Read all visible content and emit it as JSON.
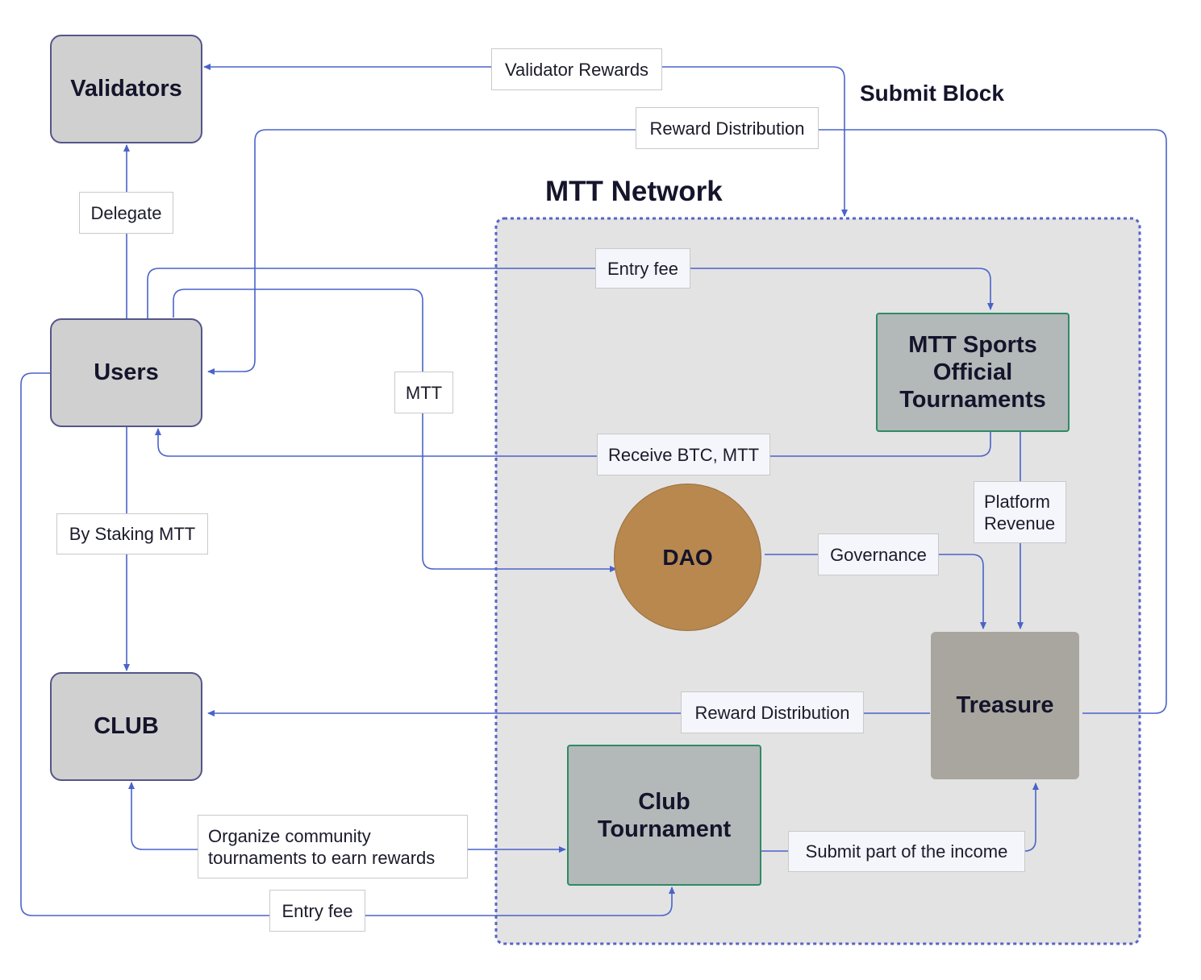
{
  "headings": {
    "network": "MTT Network",
    "submit_block": "Submit Block"
  },
  "nodes": {
    "validators": "Validators",
    "users": "Users",
    "club": "CLUB",
    "mtt_sports_official_tournaments": "MTT Sports Official Tournaments",
    "dao": "DAO",
    "treasure": "Treasure",
    "club_tournament": "Club Tournament"
  },
  "edge_labels": {
    "validator_rewards": "Validator Rewards",
    "reward_distribution_top": "Reward Distribution",
    "delegate": "Delegate",
    "entry_fee_top": "Entry fee",
    "mtt": "MTT",
    "receive_btc_mtt": "Receive BTC, MTT",
    "platform_revenue": "Platform Revenue",
    "by_staking_mtt": "By Staking MTT",
    "governance": "Governance",
    "reward_distribution_bottom": "Reward Distribution",
    "organize_community": "Organize community tournaments to earn rewards",
    "submit_part_income": "Submit part of the income",
    "entry_fee_bottom": "Entry fee"
  },
  "colors": {
    "arrow": "#4a63c9",
    "network_border": "#5a62c8",
    "network_fill": "#e3e3e3",
    "entity_fill": "#d0d0d0",
    "tournament_fill": "#b3b8b8",
    "tournament_border": "#2e8b64",
    "treasure_fill": "#a9a69f",
    "dao_fill": "#b8884f"
  }
}
